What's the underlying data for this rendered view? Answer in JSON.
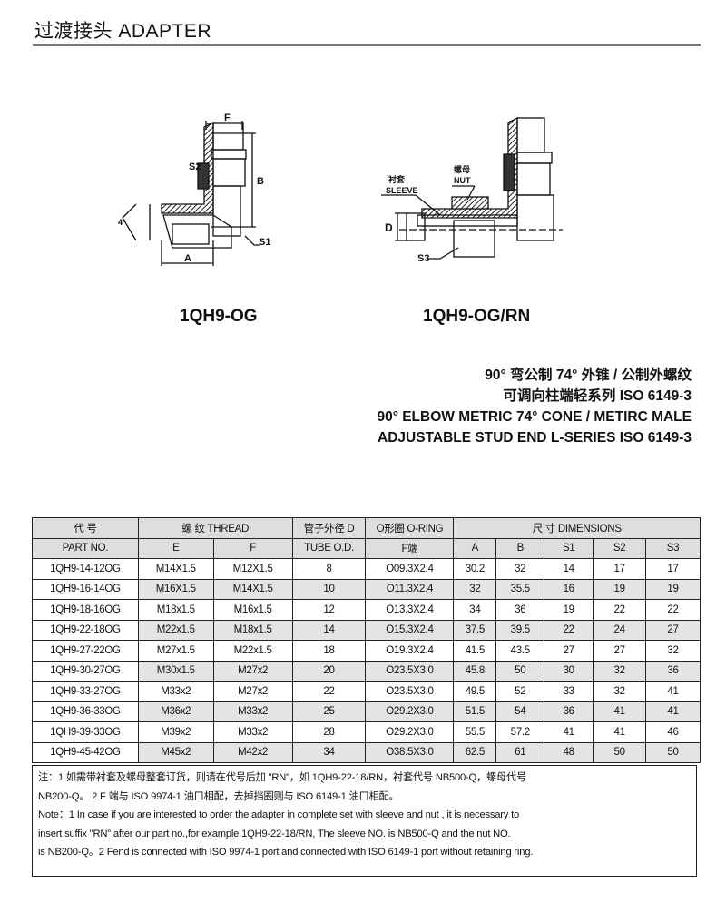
{
  "header": {
    "title": "过渡接头 ADAPTER"
  },
  "drawings": [
    {
      "model": "1QH9-OG",
      "labels": {
        "f": "F",
        "s2": "S2",
        "b": "B",
        "angle": "74°",
        "a": "A",
        "s1": "S1"
      }
    },
    {
      "model": "1QH9-OG/RN",
      "labels": {
        "sleeve_cn": "衬套",
        "sleeve": "SLEEVE",
        "nut_cn": "螺母",
        "nut": "NUT",
        "d": "D",
        "s3": "S3"
      }
    }
  ],
  "description": [
    "90° 弯公制 74° 外锥 / 公制外螺纹",
    "可调向柱端轻系列 ISO 6149-3",
    "90° ELBOW METRIC 74° CONE / METIRC MALE",
    "ADJUSTABLE STUD END L-SERIES ISO 6149-3"
  ],
  "table": {
    "header1": {
      "code": "代  号",
      "thread": "螺  纹  THREAD",
      "tube": "管子外径 D",
      "oring": "O形圈 O-RING",
      "dims": "尺    寸    DIMENSIONS"
    },
    "header2": {
      "part": "PART NO.",
      "e": "E",
      "f": "F",
      "tube": "TUBE O.D.",
      "fend": "F端",
      "a": "A",
      "b": "B",
      "s1": "S1",
      "s2": "S2",
      "s3": "S3"
    },
    "rows": [
      [
        "1QH9-14-12OG",
        "M14X1.5",
        "M12X1.5",
        "8",
        "O09.3X2.4",
        "30.2",
        "32",
        "14",
        "17",
        "17"
      ],
      [
        "1QH9-16-14OG",
        "M16X1.5",
        "M14X1.5",
        "10",
        "O11.3X2.4",
        "32",
        "35.5",
        "16",
        "19",
        "19"
      ],
      [
        "1QH9-18-16OG",
        "M18x1.5",
        "M16x1.5",
        "12",
        "O13.3X2.4",
        "34",
        "36",
        "19",
        "22",
        "22"
      ],
      [
        "1QH9-22-18OG",
        "M22x1.5",
        "M18x1.5",
        "14",
        "O15.3X2.4",
        "37.5",
        "39.5",
        "22",
        "24",
        "27"
      ],
      [
        "1QH9-27-22OG",
        "M27x1.5",
        "M22x1.5",
        "18",
        "O19.3X2.4",
        "41.5",
        "43.5",
        "27",
        "27",
        "32"
      ],
      [
        "1QH9-30-27OG",
        "M30x1.5",
        "M27x2",
        "20",
        "O23.5X3.0",
        "45.8",
        "50",
        "30",
        "32",
        "36"
      ],
      [
        "1QH9-33-27OG",
        "M33x2",
        "M27x2",
        "22",
        "O23.5X3.0",
        "49.5",
        "52",
        "33",
        "32",
        "41"
      ],
      [
        "1QH9-36-33OG",
        "M36x2",
        "M33x2",
        "25",
        "O29.2X3.0",
        "51.5",
        "54",
        "36",
        "41",
        "41"
      ],
      [
        "1QH9-39-33OG",
        "M39x2",
        "M33x2",
        "28",
        "O29.2X3.0",
        "55.5",
        "57.2",
        "41",
        "41",
        "46"
      ],
      [
        "1QH9-45-42OG",
        "M45x2",
        "M42x2",
        "34",
        "O38.5X3.0",
        "62.5",
        "61",
        "48",
        "50",
        "50"
      ]
    ]
  },
  "notes": [
    "注：1  如需带衬套及螺母整套订货，则请在代号后加 \"RN\"，如 1QH9-22-18/RN，衬套代号 NB500-Q，螺母代号",
    "NB200-Q。   2 F 端与 ISO 9974-1 油口相配，去掉挡圈则与 ISO 6149-1 油口相配。",
    "Note：1  In case if you are interested to order the adapter in complete set with  sleeve and nut , it is necessary to",
    "insert suffix \"RN\" after our part no.,for example 1QH9-22-18/RN, The sleeve NO. is NB500-Q and the nut NO.",
    "is NB200-Q。2  Fend is connected with ISO 9974-1 port and connected with ISO 6149-1 port without retaining ring."
  ]
}
